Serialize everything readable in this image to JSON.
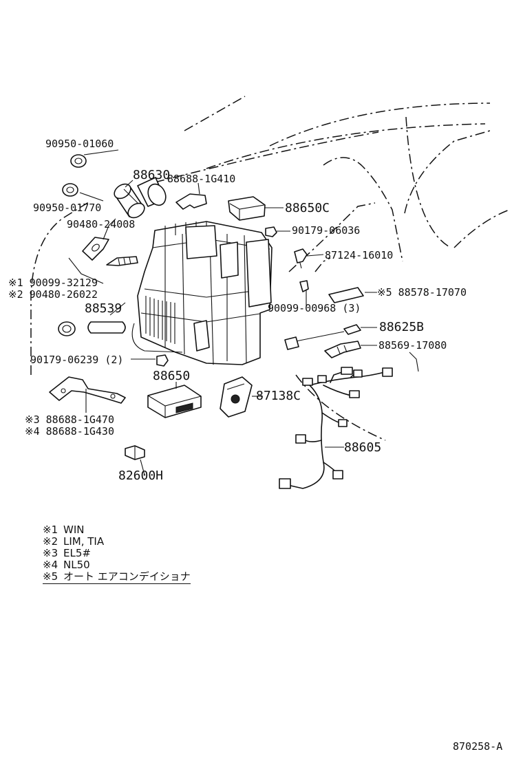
{
  "diagram_id": "870258-A",
  "parts": [
    {
      "id": "p01",
      "number": "90950-01060"
    },
    {
      "id": "p02",
      "number": "88630"
    },
    {
      "id": "p03",
      "number": "88688-1G410"
    },
    {
      "id": "p04",
      "number": "90950-01770"
    },
    {
      "id": "p05",
      "number": "90480-24008"
    },
    {
      "id": "p06",
      "number": "88650C"
    },
    {
      "id": "p07",
      "number": "90179-06036"
    },
    {
      "id": "p08",
      "number": "87124-16010"
    },
    {
      "id": "p09",
      "number": "※1 90099-32129"
    },
    {
      "id": "p10",
      "number": "※2 90480-26022"
    },
    {
      "id": "p11",
      "number": "※5 88578-17070"
    },
    {
      "id": "p12",
      "number": "88539"
    },
    {
      "id": "p13",
      "number": "90099-00968 (3)"
    },
    {
      "id": "p14",
      "number": "88625B"
    },
    {
      "id": "p15",
      "number": "88569-17080"
    },
    {
      "id": "p16",
      "number": "90179-06239 (2)"
    },
    {
      "id": "p17",
      "number": "88650"
    },
    {
      "id": "p18",
      "number": "87138C"
    },
    {
      "id": "p19",
      "number": "※3 88688-1G470"
    },
    {
      "id": "p20",
      "number": "※4 88688-1G430"
    },
    {
      "id": "p21",
      "number": "88605"
    },
    {
      "id": "p22",
      "number": "82600H"
    }
  ],
  "notes": [
    {
      "mark": "※1",
      "text": "WIN"
    },
    {
      "mark": "※2",
      "text": "LIM, TIA"
    },
    {
      "mark": "※3",
      "text": "EL5#"
    },
    {
      "mark": "※4",
      "text": "NL50"
    },
    {
      "mark": "※5",
      "text": "オート エアコンデイショナ"
    }
  ]
}
